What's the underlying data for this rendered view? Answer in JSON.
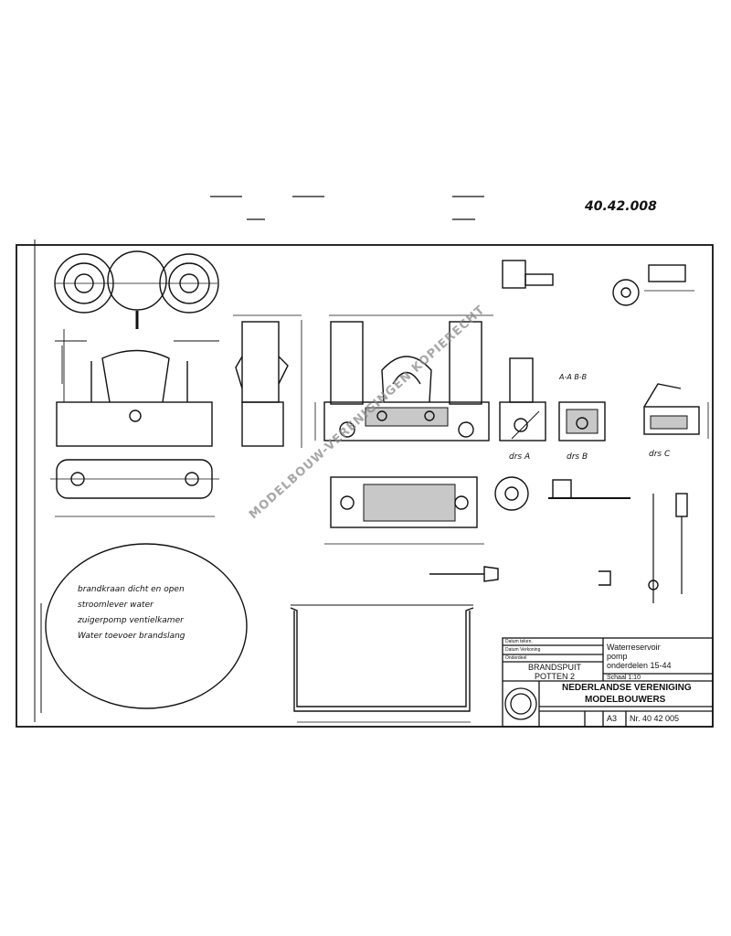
{
  "drawing_number_handwritten": "40.42.008",
  "watermark": "MODELBOUW-VERENIGINGEN KOPIERECHT",
  "notes": {
    "line1": "brandkraan dicht en open",
    "line2": "stroomlever water",
    "line3": "zuigerpomp ventielkamer",
    "line4": "Water toevoer brandslang"
  },
  "title_block": {
    "row_labels": [
      "Datum teken.",
      "Datum Verkoning",
      "Onderdeel"
    ],
    "object_name_line1": "BRANDSPUIT",
    "object_name_line2": "POTTEN 2",
    "part_line1": "Waterreservoir",
    "part_line2": "pomp",
    "part_line3": "onderdelen 15-44",
    "scale": "Schaal 1:10",
    "org_line1": "NEDERLANDSE VERENIGING",
    "org_line2": "MODELBOUWERS",
    "sheet_format": "A3",
    "drawing_number": "Nr. 40 42 005"
  },
  "section_labels": {
    "A": "drs A",
    "B": "drs B",
    "C": "drs C",
    "AB": "A-A  B-B"
  }
}
